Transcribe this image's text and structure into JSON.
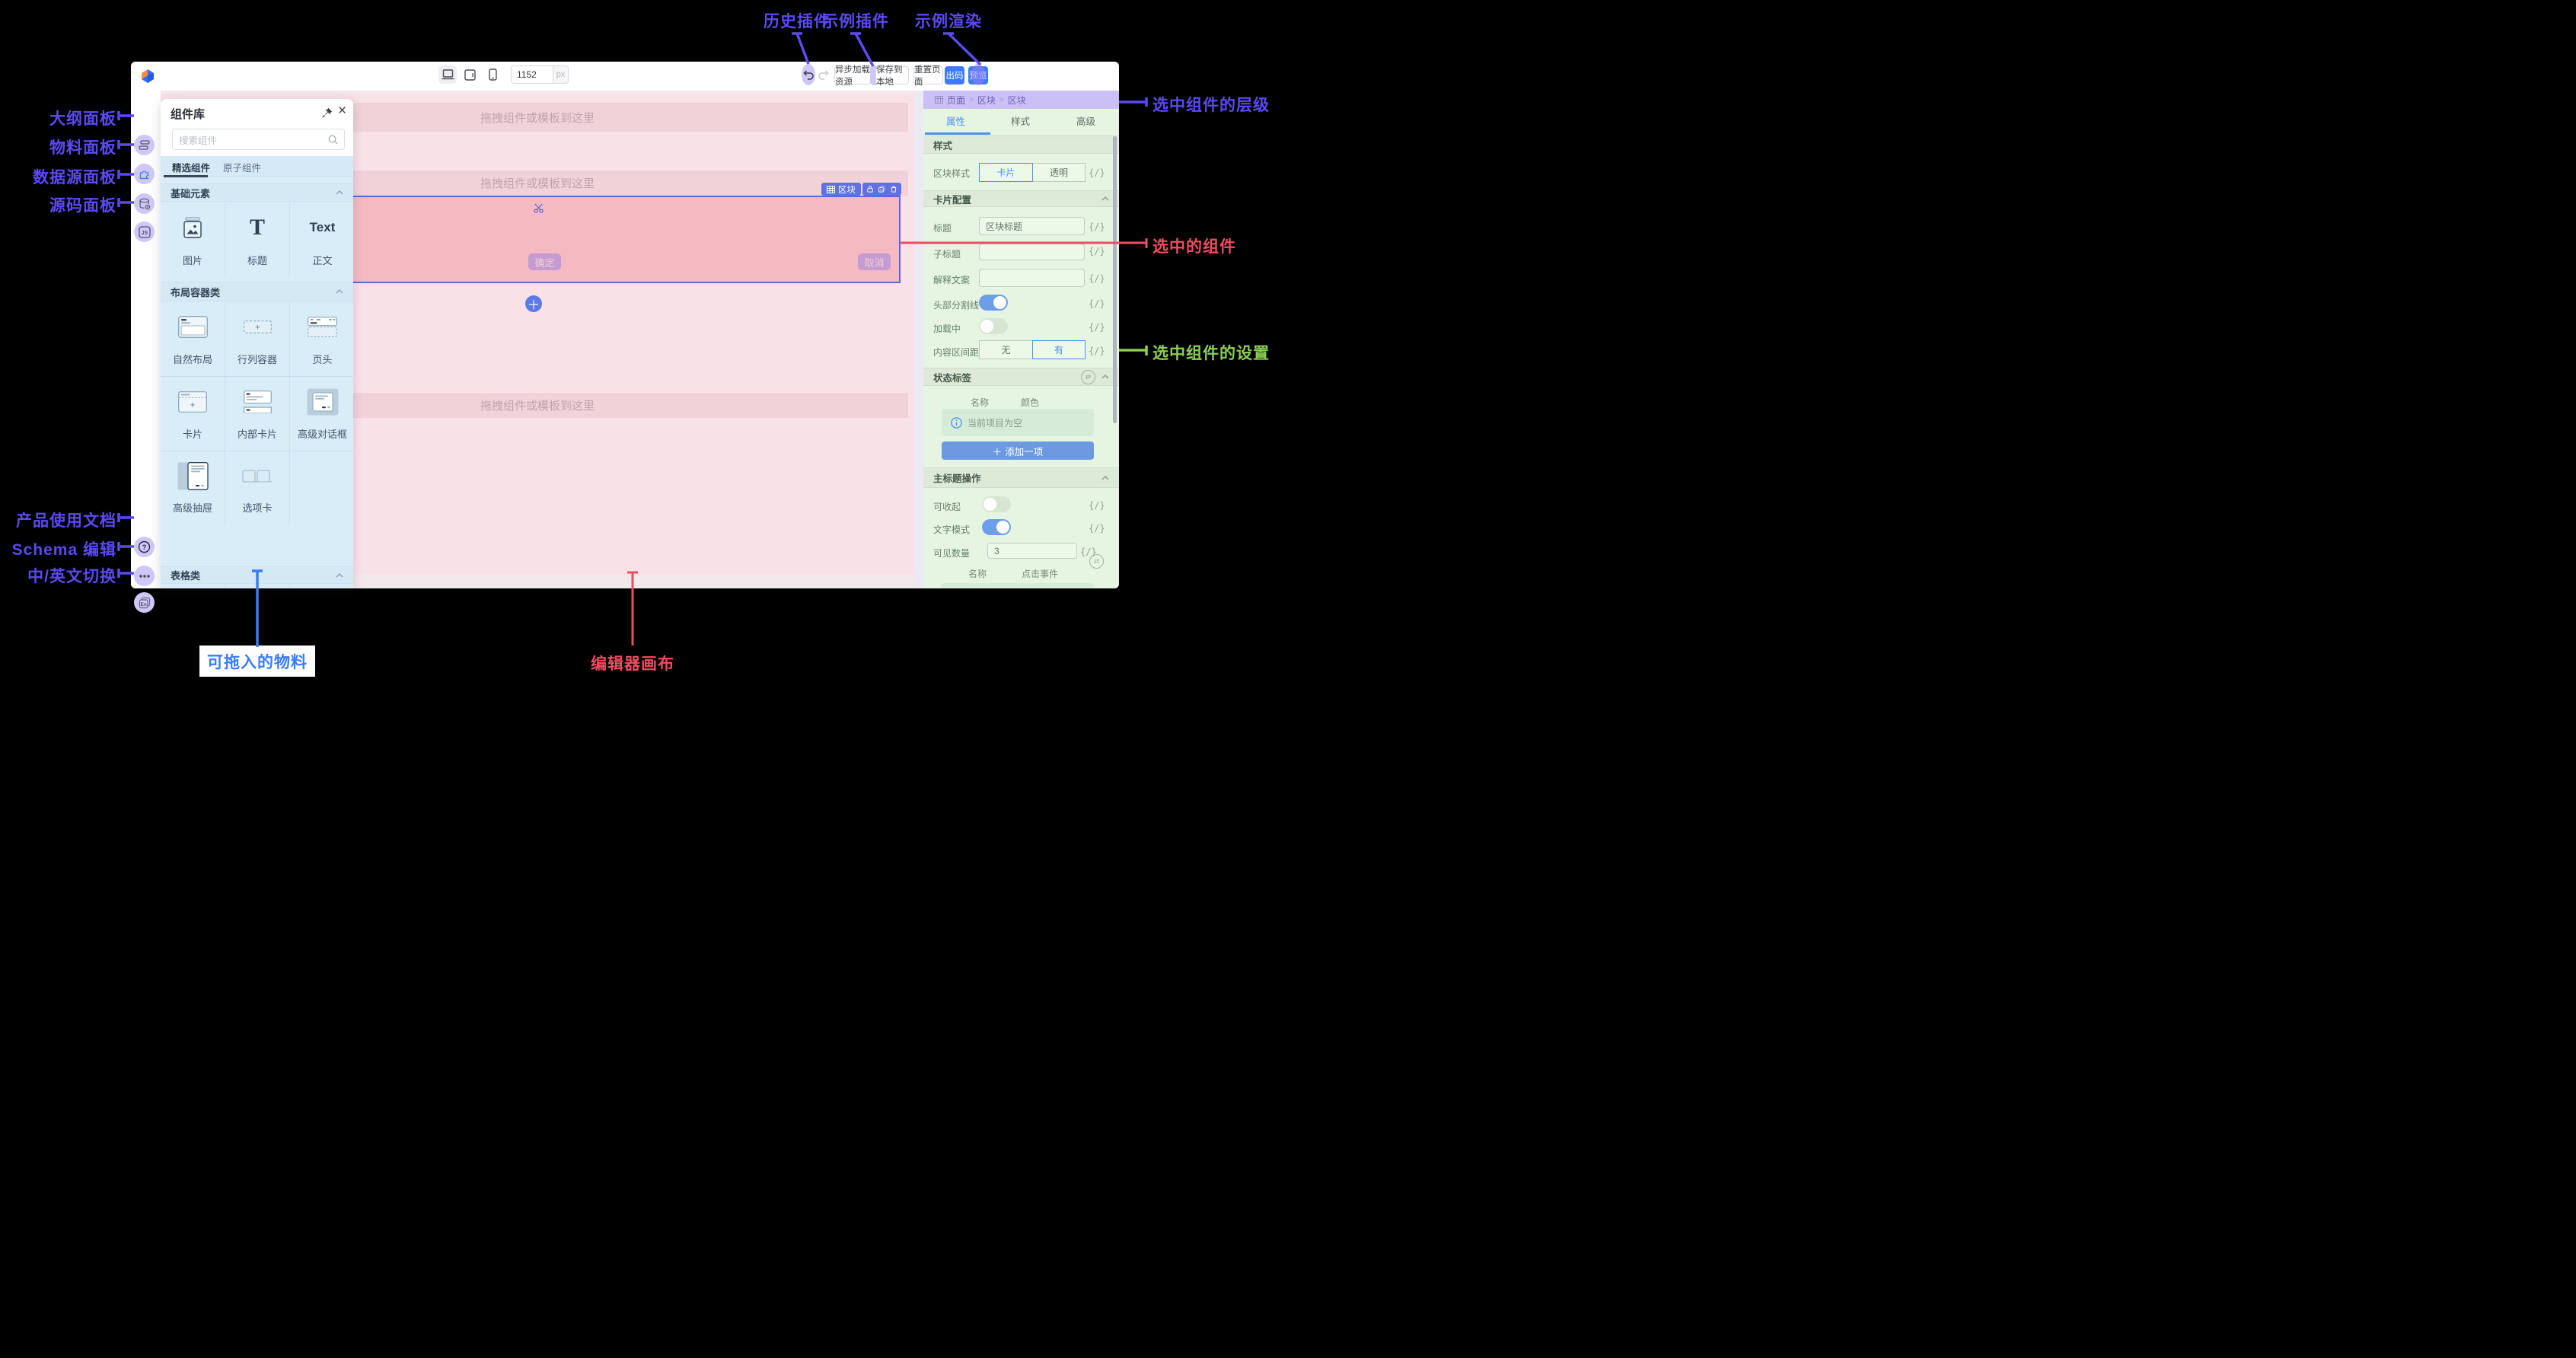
{
  "annotations": {
    "top": [
      {
        "label": "历史插件"
      },
      {
        "label": "示例插件"
      },
      {
        "label": "示例渲染"
      }
    ],
    "left": [
      {
        "label": "大纲面板"
      },
      {
        "label": "物料面板"
      },
      {
        "label": "数据源面板"
      },
      {
        "label": "源码面板"
      }
    ],
    "left_bottom": [
      {
        "label": "产品使用文档"
      },
      {
        "label": "Schema 编辑"
      },
      {
        "label": "中/英文切换"
      }
    ],
    "right": [
      {
        "label": "选中组件的层级",
        "color": "#5b4af0"
      },
      {
        "label": "选中的组件",
        "color": "#ee4d5f"
      },
      {
        "label": "选中组件的设置",
        "color": "#8ccf55"
      }
    ],
    "bottom": [
      {
        "label": "可拖入的物料",
        "color": "#3b7cf6"
      },
      {
        "label": "编辑器画布",
        "color": "#ee4d5f"
      }
    ]
  },
  "toolbar": {
    "size_value": "1152",
    "size_unit": "px",
    "buttons": [
      "异步加载资源",
      "保存到本地",
      "重置页面",
      "出码",
      "预览"
    ],
    "accent_color": "#3e7bfa"
  },
  "library": {
    "title": "组件库",
    "search_placeholder": "搜索组件",
    "tabs": [
      "精选组件",
      "原子组件"
    ],
    "sections": [
      {
        "title": "基础元素",
        "items": [
          "图片",
          "标题",
          "正文"
        ]
      },
      {
        "title": "布局容器类",
        "items": [
          "自然布局",
          "行列容器",
          "页头",
          "卡片",
          "内部卡片",
          "高级对话框",
          "高级抽屉",
          "选项卡"
        ]
      },
      {
        "title": "表格类",
        "items": []
      }
    ],
    "text_icon_label": "Text",
    "title_icon_label": "T"
  },
  "canvas": {
    "drop_hint": "拖拽组件或模板到这里",
    "block_chip": "区块",
    "confirm_label": "确定",
    "cancel_label": "取消"
  },
  "props": {
    "breadcrumb": [
      "页面",
      "区块",
      "区块"
    ],
    "tabs": [
      "属性",
      "样式",
      "高级"
    ],
    "code_badge": "{/}",
    "style_section": {
      "title": "样式",
      "block_style_label": "区块样式",
      "options": [
        "卡片",
        "透明"
      ],
      "selected": "卡片"
    },
    "card_section": {
      "title": "卡片配置",
      "title_label": "标题",
      "title_value": "区块标题",
      "subtitle_label": "子标题",
      "desc_label": "解释文案",
      "divider_label": "头部分割线",
      "divider_on": true,
      "loading_label": "加载中",
      "loading_on": false,
      "padding_label": "内容区间距",
      "padding_options": [
        "无",
        "有"
      ],
      "padding_selected": "有"
    },
    "status_section": {
      "title": "状态标签",
      "columns": [
        "名称",
        "颜色"
      ],
      "empty_text": "当前项目为空",
      "add_label": "添加一项",
      "add_plus": "＋"
    },
    "title_op_section": {
      "title": "主标题操作",
      "collapsible_label": "可收起",
      "collapsible_on": false,
      "text_mode_label": "文字模式",
      "text_mode_on": true,
      "visible_count_label": "可见数量",
      "visible_count_value": "3",
      "columns": [
        "名称",
        "点击事件"
      ]
    }
  }
}
